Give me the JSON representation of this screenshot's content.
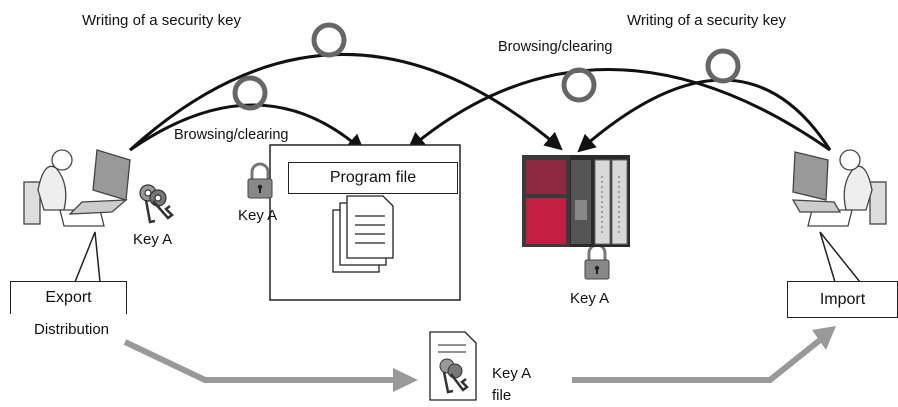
{
  "labels": {
    "write_key_left": "Writing of a security key",
    "write_key_right": "Writing of a security key",
    "browse_left": "Browsing/clearing",
    "browse_right": "Browsing/clearing",
    "key_a_pc": "Key A",
    "key_a_project": "Key A",
    "key_a_plc": "Key A",
    "program_file": "Program file",
    "export": "Export",
    "import": "Import",
    "distribution": "Distribution",
    "key_file_line1": "Key A",
    "key_file_line2": "file"
  },
  "icons": [
    "person-at-laptop-icon",
    "keys-icon",
    "padlock-icon",
    "document-stack-icon",
    "plc-unit-icon",
    "key-file-icon"
  ],
  "colors": {
    "arrow_gray": "#999999",
    "plc_red": "#c41e45",
    "line": "#111111"
  }
}
